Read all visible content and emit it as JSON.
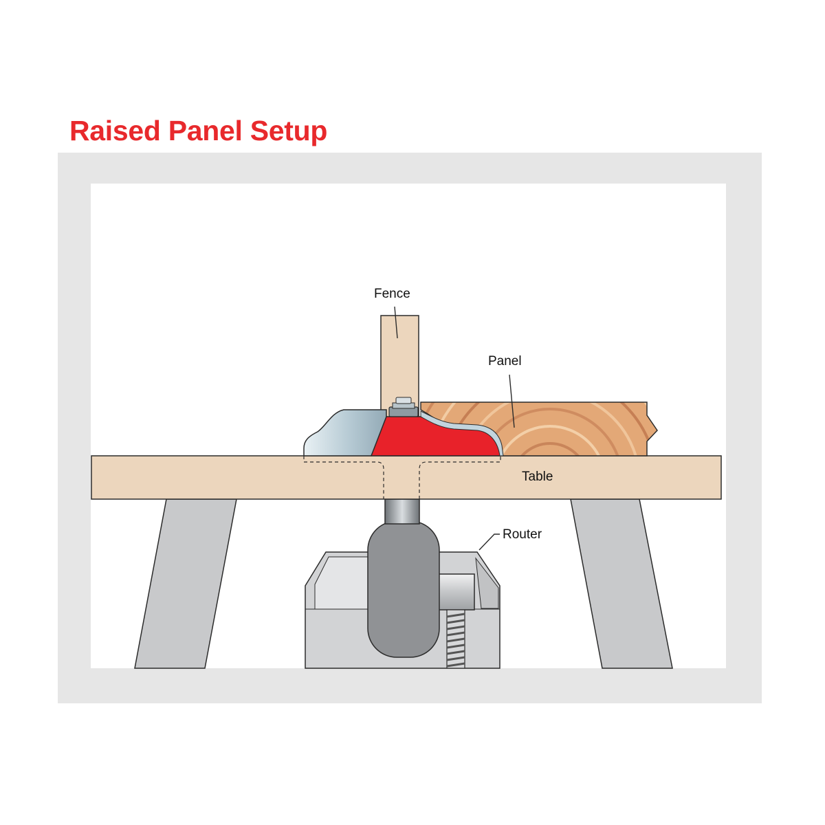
{
  "title": "Raised Panel Setup",
  "labels": {
    "fence": "Fence",
    "panel": "Panel",
    "table": "Table",
    "router": "Router"
  },
  "colors": {
    "title": "#e8292c",
    "frame": "#e6e6e6",
    "wood": "#ecd6bd",
    "panel_wood": "#e3a877",
    "bit_red": "#e8222a",
    "bit_steel": "#c2d4dd",
    "leg": "#c8c9cb",
    "router_body": "#d2d3d5",
    "router_motor": "#909295",
    "outline": "#2b2b2b"
  },
  "icons": [
    "router-bit-icon",
    "collet-icon",
    "screw-icon"
  ]
}
